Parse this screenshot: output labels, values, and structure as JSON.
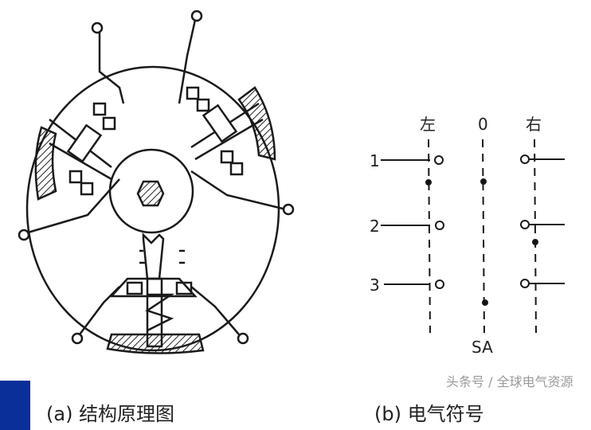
{
  "structure": {
    "caption": "(a) 结构原理图"
  },
  "symbol": {
    "caption": "(b) 电气符号",
    "positions": {
      "left": "左",
      "zero": "0",
      "right": "右"
    },
    "contacts": [
      "1",
      "2",
      "3"
    ],
    "designation": "SA"
  },
  "watermark": "头条号 / 全球电气资源",
  "colors": {
    "accent_bar": "#0b2f98",
    "line": "#1a1a1a"
  }
}
